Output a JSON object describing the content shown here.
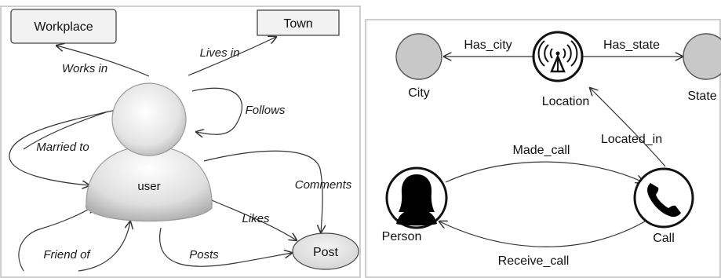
{
  "left_panel": {
    "nodes": {
      "workplace": "Workplace",
      "town": "Town",
      "user": "user",
      "post": "Post"
    },
    "edges": {
      "works_in": "Works in",
      "lives_in": "Lives in",
      "follows": "Follows",
      "married_to": "Married to",
      "comments": "Comments",
      "likes": "Likes",
      "friend_of": "Friend of",
      "posts": "Posts"
    }
  },
  "right_panel": {
    "nodes": {
      "city": "City",
      "location": "Location",
      "state": "State",
      "person": "Person",
      "call": "Call"
    },
    "edges": {
      "has_city": "Has_city",
      "has_state": "Has_state",
      "located_in": "Located_in",
      "made_call": "Made_call",
      "receive_call": "Receive_call"
    }
  },
  "icons": {
    "user": "user-avatar-icon",
    "location": "wireless-tower-icon",
    "person": "person-silhouette-icon",
    "call": "phone-handset-icon"
  },
  "colors": {
    "grey_node": "#c8c8c8",
    "post_node": "#e3e3e3",
    "border": "#b0b0b0"
  }
}
